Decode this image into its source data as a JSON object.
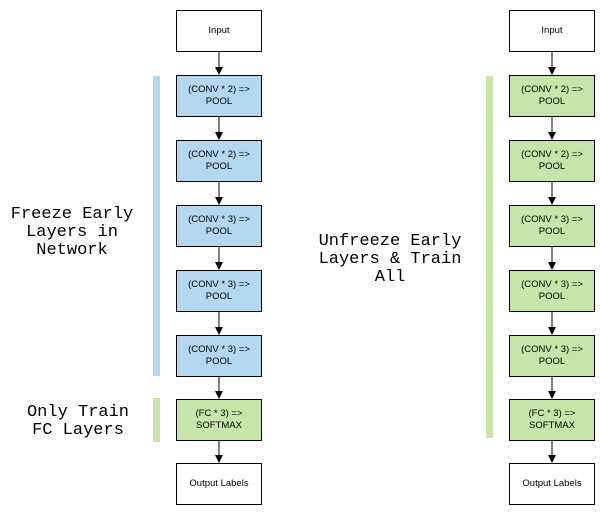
{
  "colors": {
    "frozen": "#b3d7ef",
    "trainable": "#c5e5a9",
    "io": "#ffffff",
    "stroke": "#000000"
  },
  "left_column": {
    "nodes": [
      {
        "text": "Input",
        "role": "io"
      },
      {
        "text": "(CONV * 2) =>\nPOOL",
        "role": "frozen"
      },
      {
        "text": "(CONV * 2) =>\nPOOL",
        "role": "frozen"
      },
      {
        "text": "(CONV * 3) =>\nPOOL",
        "role": "frozen"
      },
      {
        "text": "(CONV * 3) =>\nPOOL",
        "role": "frozen"
      },
      {
        "text": "(CONV * 3) =>\nPOOL",
        "role": "frozen"
      },
      {
        "text": "(FC * 3) =>\nSOFTMAX",
        "role": "trainable"
      },
      {
        "text": "Output Labels",
        "role": "io"
      }
    ],
    "freeze_caption": "Freeze Early\nLayers in\nNetwork",
    "train_caption": "Only Train\nFC Layers"
  },
  "right_column": {
    "nodes": [
      {
        "text": "Input",
        "role": "io"
      },
      {
        "text": "(CONV * 2) =>\nPOOL",
        "role": "trainable"
      },
      {
        "text": "(CONV * 2) =>\nPOOL",
        "role": "trainable"
      },
      {
        "text": "(CONV * 3) =>\nPOOL",
        "role": "trainable"
      },
      {
        "text": "(CONV * 3) =>\nPOOL",
        "role": "trainable"
      },
      {
        "text": "(CONV * 3) =>\nPOOL",
        "role": "trainable"
      },
      {
        "text": "(FC * 3) =>\nSOFTMAX",
        "role": "trainable"
      },
      {
        "text": "Output Labels",
        "role": "io"
      }
    ],
    "unfreeze_caption": "Unfreeze Early\nLayers & Train\nAll"
  }
}
